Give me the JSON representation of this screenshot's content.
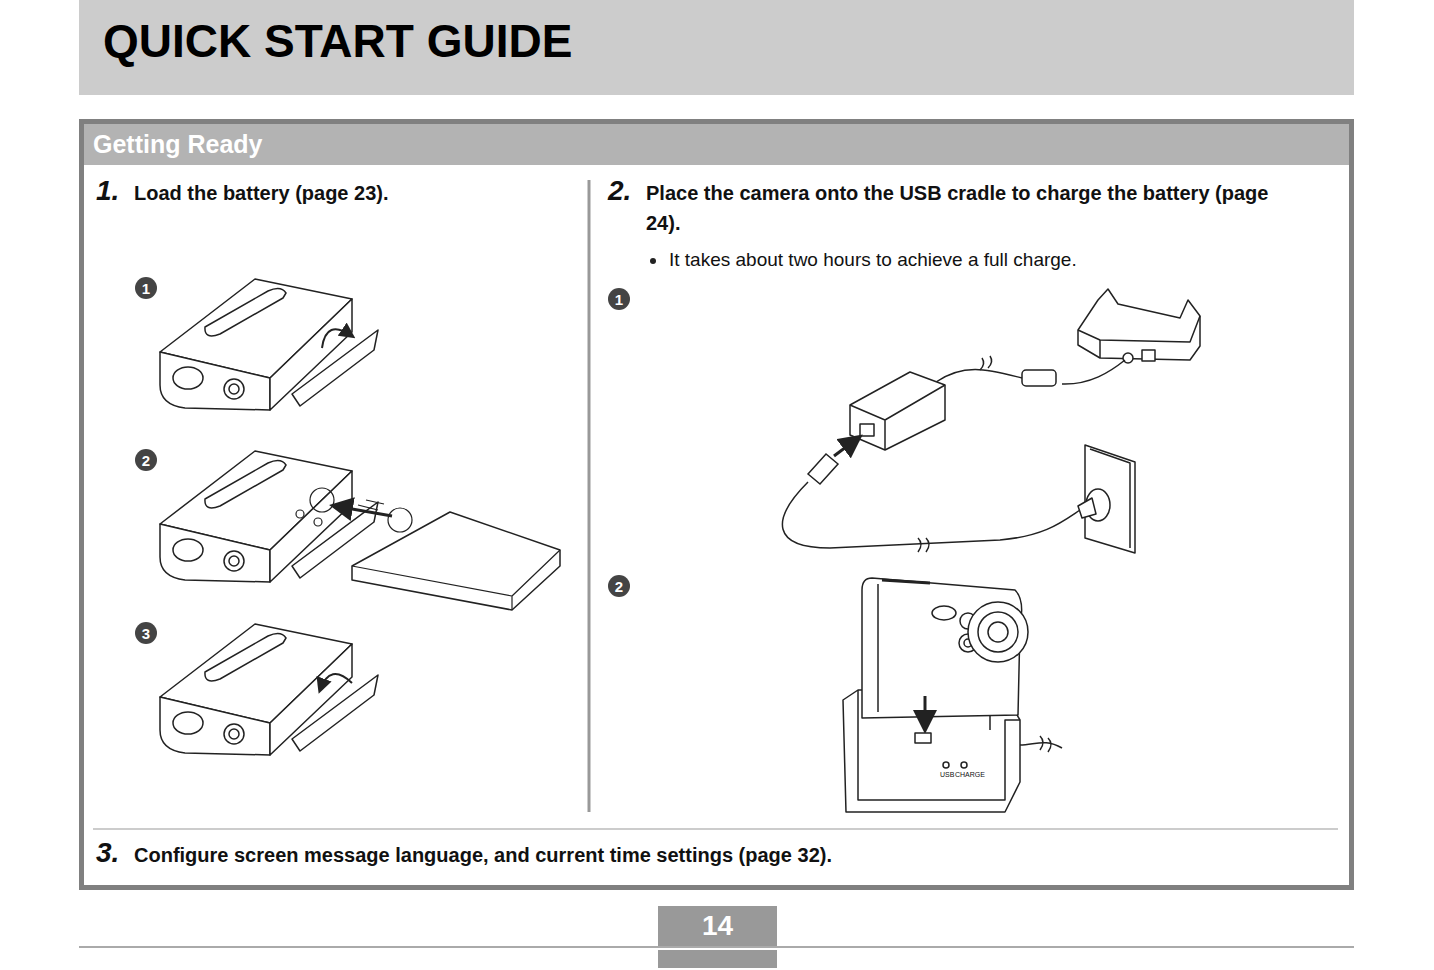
{
  "diagram": {
    "title": "QUICK START GUIDE",
    "nodes": [
      {
        "text": [
          "Getting Ready"
        ]
      },
      {
        "text": [
          "1"
        ],
        "in": 0
      },
      {
        "text": [
          "2"
        ],
        "in": 0
      },
      {
        "text": [
          "3"
        ],
        "in": 0
      },
      {
        "text": [
          "1"
        ],
        "in": 0
      },
      {
        "text": [
          "2"
        ],
        "in": 0
      },
      {
        "text": [
          "14"
        ]
      }
    ],
    "labels": [
      "1.",
      "Load the battery (page 23).",
      "2.",
      "Place the camera onto the USB cradle to charge the battery (page 24).",
      "It takes about two hours to achieve a full charge.",
      "3.",
      "Configure screen message language, and current time settings (page 32).",
      "USB",
      "CHARGE"
    ]
  }
}
